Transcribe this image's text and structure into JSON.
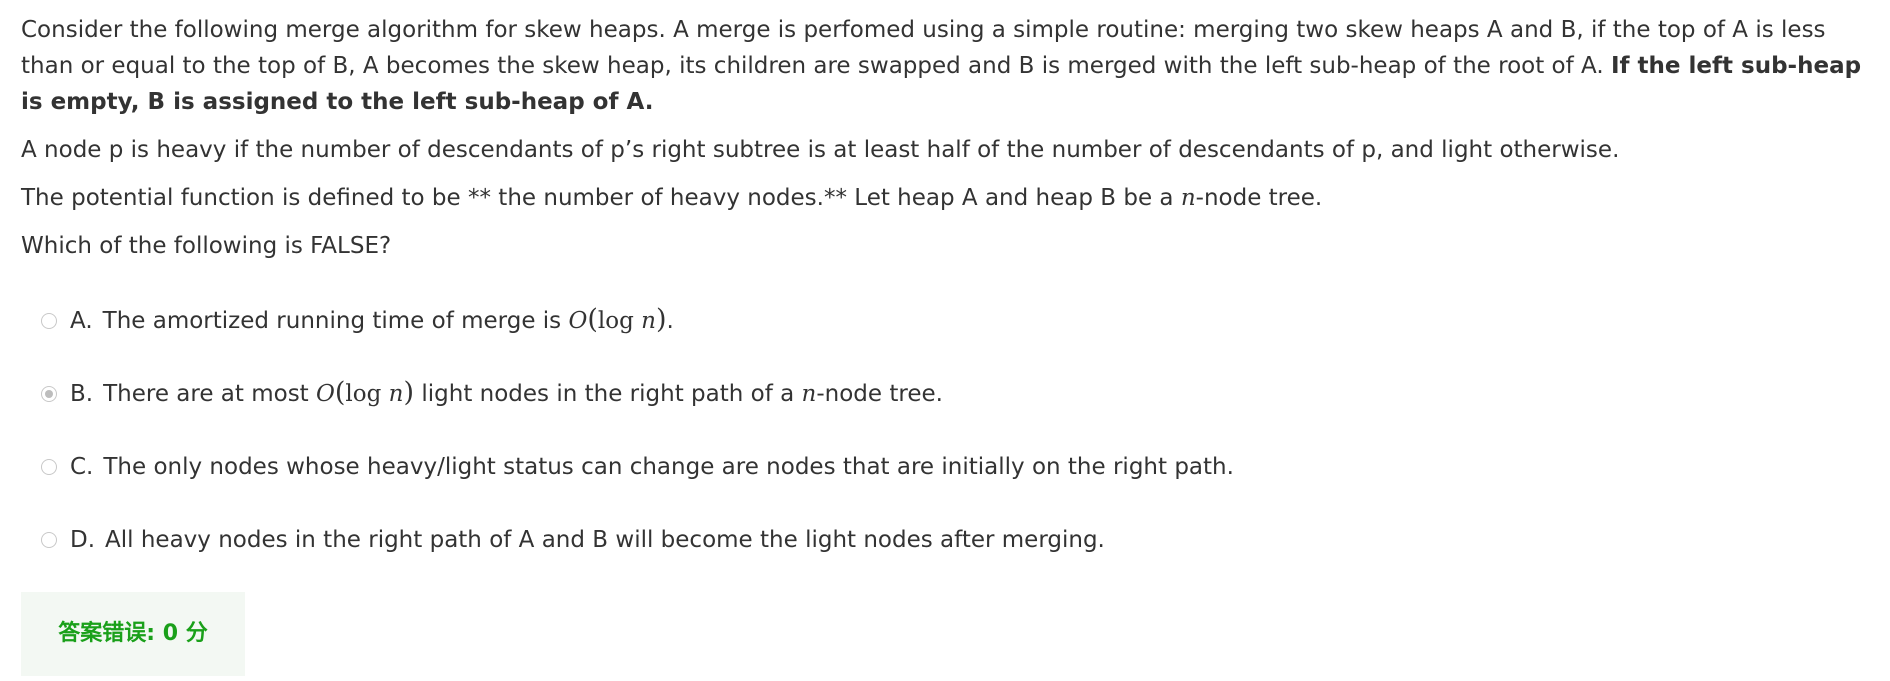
{
  "question": {
    "p1_text": "Consider the following merge algorithm for skew heaps. A merge is perfomed using a simple routine: merging two skew heaps A and B, if the top of A is less than or equal to the top of B, A becomes the skew heap, its children are swapped and B is merged with the left sub-heap of the root of A. ",
    "p1_bold": "If the left sub-heap is empty, B is assigned to the left sub-heap of A.",
    "p2": "A node p is heavy if the number of descendants of p’s right subtree is at least half of the number of descendants of p, and light otherwise.",
    "p3_before": "The potential function is defined to be ** the number of heavy nodes.** Let heap A and heap B be a ",
    "p3_var": "n",
    "p3_after": "-node tree.",
    "p4": "Which of the following is FALSE?"
  },
  "options": [
    {
      "letter": "A.",
      "pre": "The amortized running time of merge is ",
      "math": "O(log n)",
      "post": ".",
      "selected": false
    },
    {
      "letter": "B.",
      "pre": "There are at most ",
      "math": "O(log n)",
      "post": " light nodes in the right path of a ",
      "var": "n",
      "post2": "-node tree.",
      "selected": true
    },
    {
      "letter": "C.",
      "text": "The only nodes whose heavy/light status can change are nodes that are initially on the right path.",
      "selected": false
    },
    {
      "letter": "D.",
      "text": "All heavy nodes in the right path of A and B will become the light nodes after merging.",
      "selected": false
    }
  ],
  "result": {
    "text": "答案错误: 0 分",
    "color": "#1aa01a"
  }
}
